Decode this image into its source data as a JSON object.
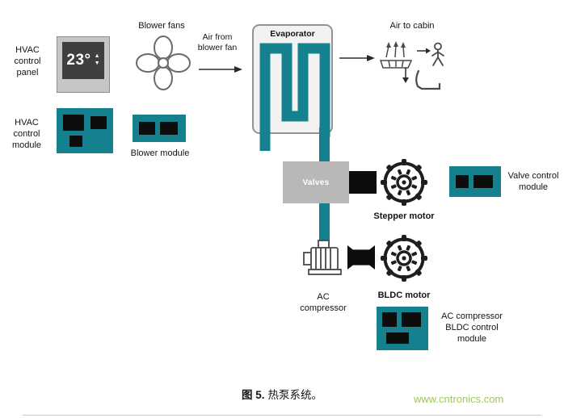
{
  "colors": {
    "module_teal": "#15818f",
    "chip_black": "#0d0d0d",
    "valve_gray": "#b8b8b8",
    "watermark_green": "#9fc75a"
  },
  "hvac_panel": {
    "label": "HVAC\ncontrol\npanel",
    "temperature": "23°",
    "up_glyph": "▲",
    "down_glyph": "▼"
  },
  "hvac_module": {
    "label": "HVAC\ncontrol\nmodule"
  },
  "blower": {
    "fans_label": "Blower fans",
    "air_from_label": "Air from\nblower fan",
    "module_label": "Blower module"
  },
  "evaporator": {
    "label": "Evaporator"
  },
  "cabin": {
    "label": "Air to cabin"
  },
  "valves": {
    "label": "Valves",
    "motor_label": "Stepper motor",
    "module_label": "Valve control\nmodule"
  },
  "compressor": {
    "label": "AC\ncompressor",
    "motor_label": "BLDC motor",
    "module_label": "AC compressor\nBLDC control\nmodule"
  },
  "caption": {
    "prefix": "图 5.",
    "text": "热泵系统。"
  },
  "watermark": "www.cntronics.com"
}
